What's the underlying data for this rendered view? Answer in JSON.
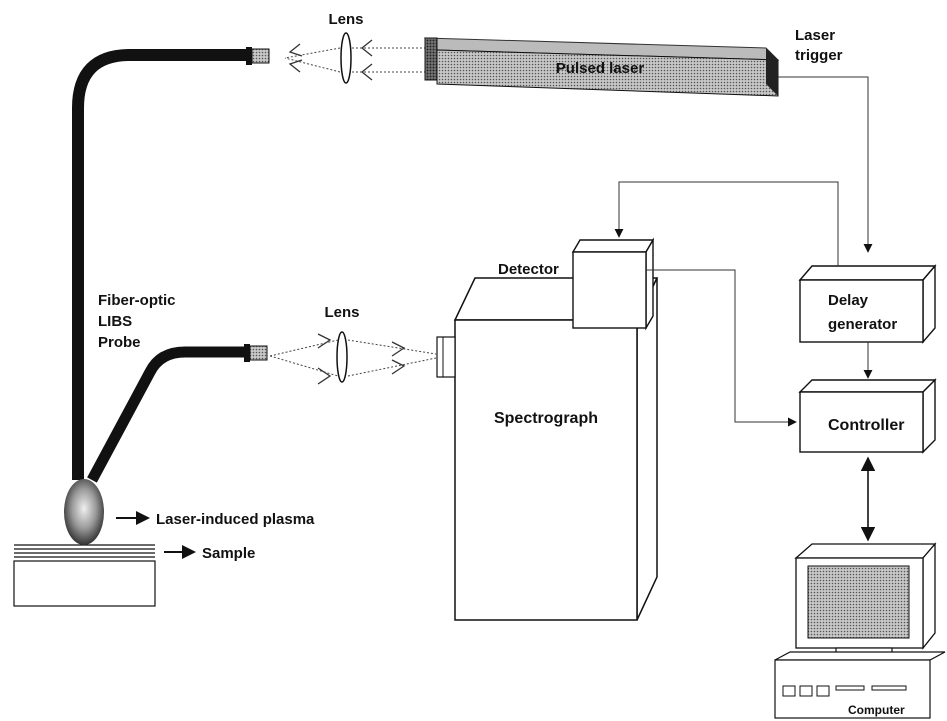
{
  "diagram": {
    "labels": {
      "lens_top": "Lens",
      "lens_bottom": "Lens",
      "pulsed_laser": "Pulsed laser",
      "laser_trigger_line1": "Laser",
      "laser_trigger_line2": "trigger",
      "detector": "Detector",
      "spectrograph": "Spectrograph",
      "delay_line1": "Delay",
      "delay_line2": "generator",
      "controller": "Controller",
      "computer": "Computer",
      "probe_line1": "Fiber-optic",
      "probe_line2": "LIBS",
      "probe_line3": "Probe",
      "plasma": "Laser-induced plasma",
      "sample": "Sample"
    }
  }
}
